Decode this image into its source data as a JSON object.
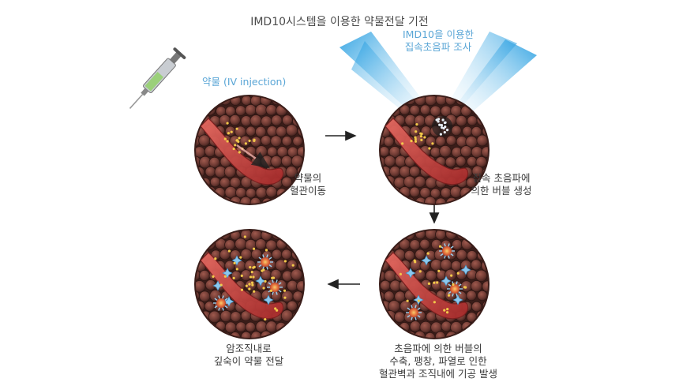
{
  "title": "IMD10시스템을 이용한 약물전달 기전",
  "labels": {
    "drug": "약물 (IV injection)",
    "step1_line1": "약물의",
    "step1_line2": "혈관이동",
    "ultrasound_line1": "IMD10을 이용한",
    "ultrasound_line2": "집속초음파 조사",
    "step2_line1": "집속 초음파에",
    "step2_line2": "의한 버블 생성",
    "step3_line1": "초음파에 의한 버블의",
    "step3_line2": "수축, 팽창, 파열로 인한",
    "step3_line3": "혈관벽과 조직내에 기공 발생",
    "step4_line1": "암조직내로",
    "step4_line2": "깊숙이 약물 전달"
  },
  "colors": {
    "tissue_cell": "#6e3a33",
    "tissue_border": "#3a1d19",
    "vessel": "#c8423f",
    "beam": "#7fc7ec",
    "bubble": "#9ad0f0",
    "drug_particle": "#f2c84a",
    "arrow": "#222222"
  }
}
